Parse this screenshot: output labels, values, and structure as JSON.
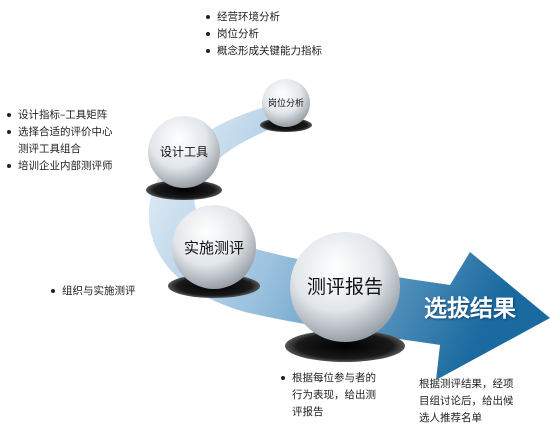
{
  "stages": {
    "position_analysis": "岗位分析",
    "design_tools": "设计工具",
    "implement_assessment": "实施测评",
    "assessment_report": "测评报告",
    "final_selection": "选拔结果"
  },
  "notes": {
    "top_bullets": [
      "经营环境分析",
      "岗位分析",
      "概念形成关键能力指标"
    ],
    "left_bullets": [
      "设计指标–工具矩阵",
      "选择合适的评价中心",
      "测评工具组合",
      "培训企业内部测评师"
    ],
    "implement_bullets": [
      "组织与实施测评"
    ],
    "report_bullets": [
      "根据每位参与者的",
      "行为表现，给出测",
      "评报告"
    ],
    "final_note": [
      "根据测评结果，经项",
      "目组讨论后，给出候",
      "选人推荐名单"
    ]
  },
  "colors": {
    "arrow_light": "#dbe8f3",
    "arrow_dark": "#1d6fa5",
    "shadow": "#111111",
    "sphere_light": "#ffffff",
    "sphere_mid": "#d6dce2",
    "sphere_dark": "#8d959d"
  }
}
